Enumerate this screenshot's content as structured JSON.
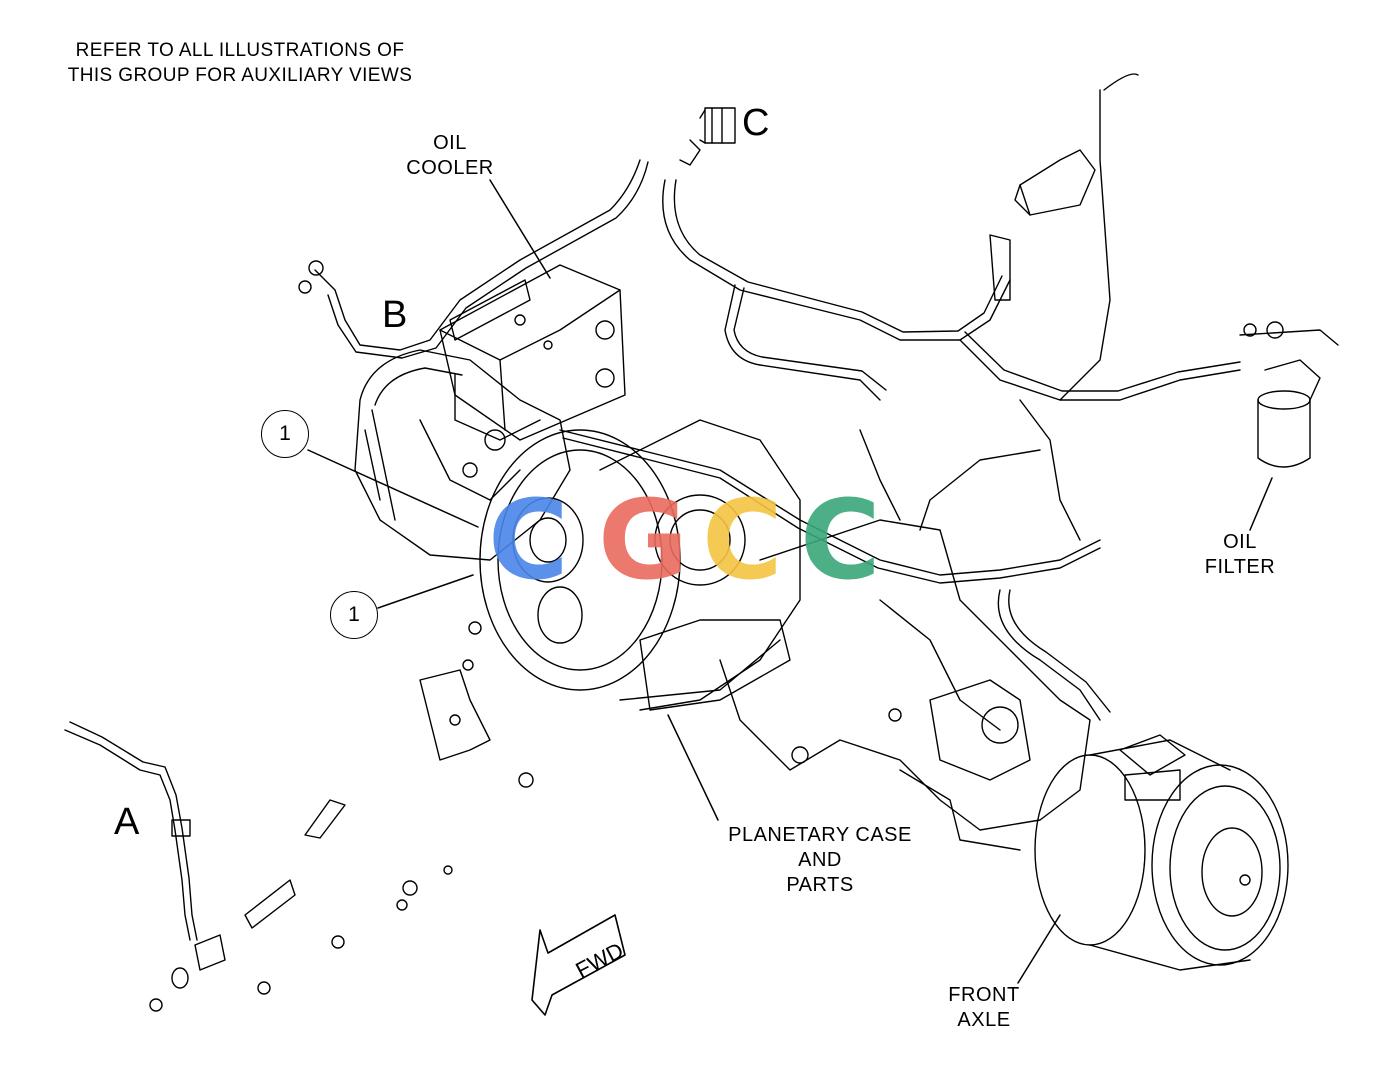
{
  "note": {
    "line1": "REFER TO ALL ILLUSTRATIONS OF",
    "line2": "THIS GROUP FOR AUXILIARY VIEWS"
  },
  "labels": {
    "oil_cooler": [
      "OIL",
      "COOLER"
    ],
    "oil_filter": [
      "OIL",
      "FILTER"
    ],
    "planetary": [
      "PLANETARY CASE",
      "AND",
      "PARTS"
    ],
    "front_axle": [
      "FRONT",
      "AXLE"
    ]
  },
  "view_letters": {
    "a": "A",
    "b": "B",
    "c": "C"
  },
  "callouts": {
    "first": "1",
    "second": "1"
  },
  "direction_arrow": {
    "text": "FWD"
  },
  "watermark": {
    "letters": [
      "C",
      "G",
      "C",
      "C"
    ],
    "colors": [
      "#4a86e8",
      "#ea6b5f",
      "#f5c542",
      "#3aa77a"
    ]
  },
  "colors": {
    "line": "#000000",
    "background": "#ffffff"
  }
}
